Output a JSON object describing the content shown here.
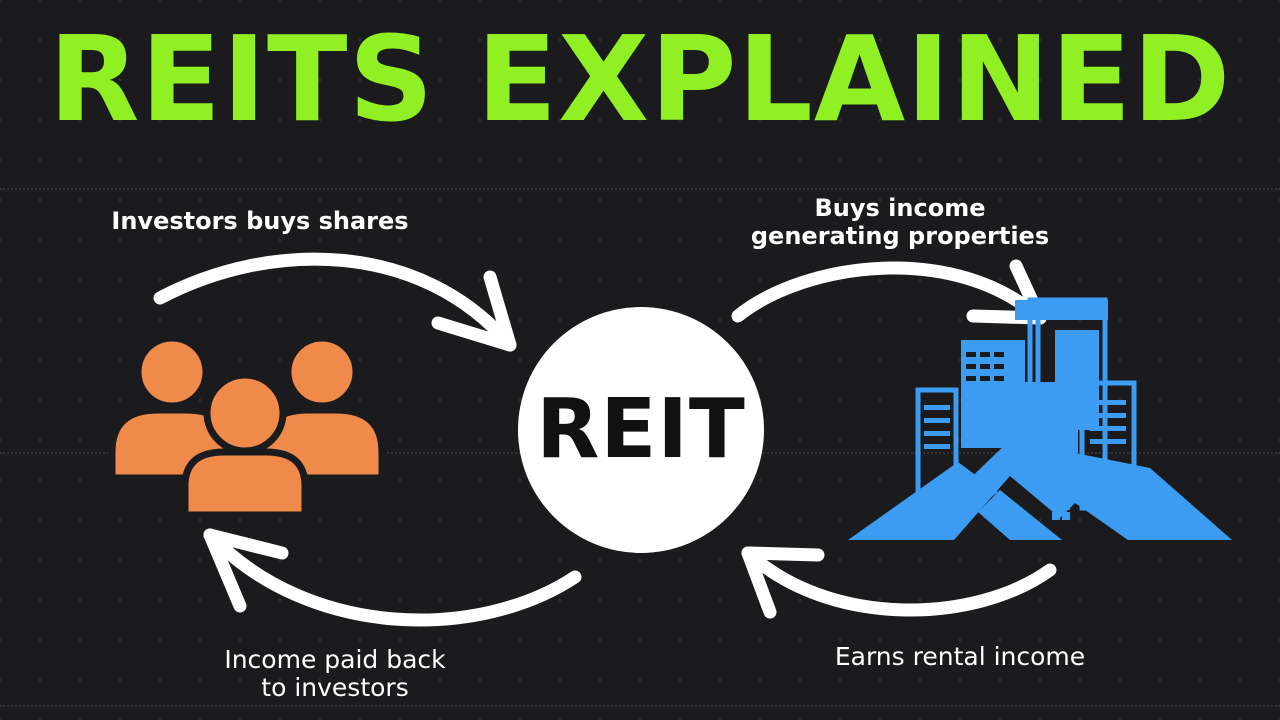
{
  "title": "REITS EXPLAINED",
  "center_label": "REIT",
  "steps": {
    "investors_buy": "Investors buys shares",
    "buys_income": {
      "line1": "Buys income",
      "line2": "generating properties"
    },
    "earns_rental": "Earns rental income",
    "income_paid": {
      "line1": "Income paid back",
      "line2": "to investors"
    }
  },
  "icons": {
    "investors": "people-group-icon",
    "properties": "buildings-houses-icon"
  },
  "colors": {
    "background": "#1b1b1d",
    "title": "#90f024",
    "investors_icon": "#f08a4b",
    "properties_icon": "#3b9cf2",
    "arrows": "#ffffff",
    "center_circle": "#ffffff"
  }
}
